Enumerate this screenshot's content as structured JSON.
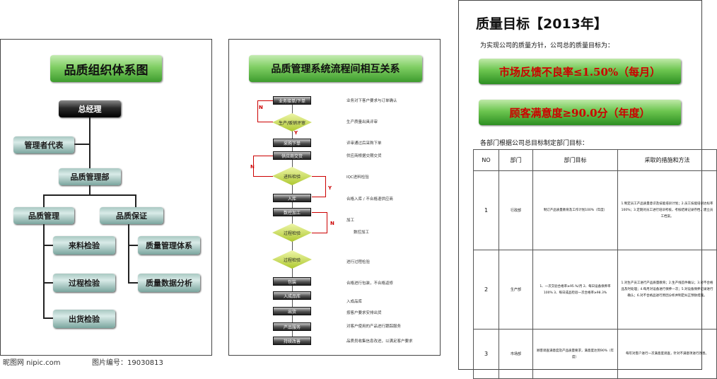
{
  "panel1": {
    "title": "品质组织体系图",
    "nodes": {
      "gm": "总经理",
      "rep": "管理者代表",
      "qd": "品质管理部",
      "qm": "品质管理",
      "qa": "品质保证",
      "incoming": "来料检验",
      "process": "过程检验",
      "outgoing": "出货检验",
      "system": "质量管理体系",
      "analysis": "质量数据分析"
    }
  },
  "panel2": {
    "title": "品质管理系统流程间相互关系",
    "steps": [
      "业务接单/下单",
      "生产/贩销评审",
      "采购下单",
      "供应商交货",
      "进料检验",
      "入库",
      "数控加工",
      "过程检验",
      "过程检验",
      "包装",
      "入成品库",
      "出货",
      "产品服务",
      "持续改善"
    ],
    "descs": [
      "业务对下客户要求与订单确认",
      "生产质量出具评审",
      "评审通过后采购下单",
      "供应商根据交期交货",
      "IQC进料检验",
      "合格入库 / 不合格退供应商",
      "加工",
      "数控加工",
      "进行过程检验",
      "合格进行包装，不合格返修",
      "入成品库",
      "按客户要求安排出货",
      "对客户使用的产品进行跟踪服务",
      "品质员收集信息改进，以满足客户要求"
    ],
    "labels": {
      "n1": "N",
      "y1": "Y",
      "n2": "N",
      "y2": "Y",
      "n3": "N"
    }
  },
  "panel3": {
    "title": "质量目标【2013年】",
    "intro": "为实现公司的质量方针，公司总的质量目标为：",
    "goal1": "市场反馈不良率≤1.50%（每月）",
    "goal2": "顾客满意度≥90.0分（年度）",
    "sub": "各部门根据公司总目标制定部门目标：",
    "headers": [
      "NO",
      "部门",
      "部门目标",
      "采取的措施和方法"
    ],
    "rows": [
      {
        "no": "1",
        "dept": "行政部",
        "goal": "制订产品质量教育及工作计划100%（年度）",
        "method": "1.制定员工产品质量意识及技能培训计划；2.员工技能培训达标率100%；3.定期对员工进行培训考核，考核结果记录存档，建立员工档案。"
      },
      {
        "no": "2",
        "dept": "生产部",
        "goal": "1、一次交验合格率≥95.%/月 2、每日设备保养率100% 3、每日成品检验一次合格率≥98.3%",
        "method": "1.对生产员工进行产品质量教育；2.生产线首件确认；3.对不合格品及时处理；4.每月对设备进行保养一次；5.对设备保养记录进行确认；6.对不合格品进行原因分析并制定纠正预防措施。"
      },
      {
        "no": "3",
        "dept": "市场部",
        "goal": "顾客调查满意度及产品质量要求，满意度达到90%（年度）",
        "method": "每年对客户进行一次满意度调查，针对不满意项进行改善。"
      }
    ]
  },
  "watermark": "图片编号：19030813",
  "watermark_left": "昵图网 nipic.com"
}
